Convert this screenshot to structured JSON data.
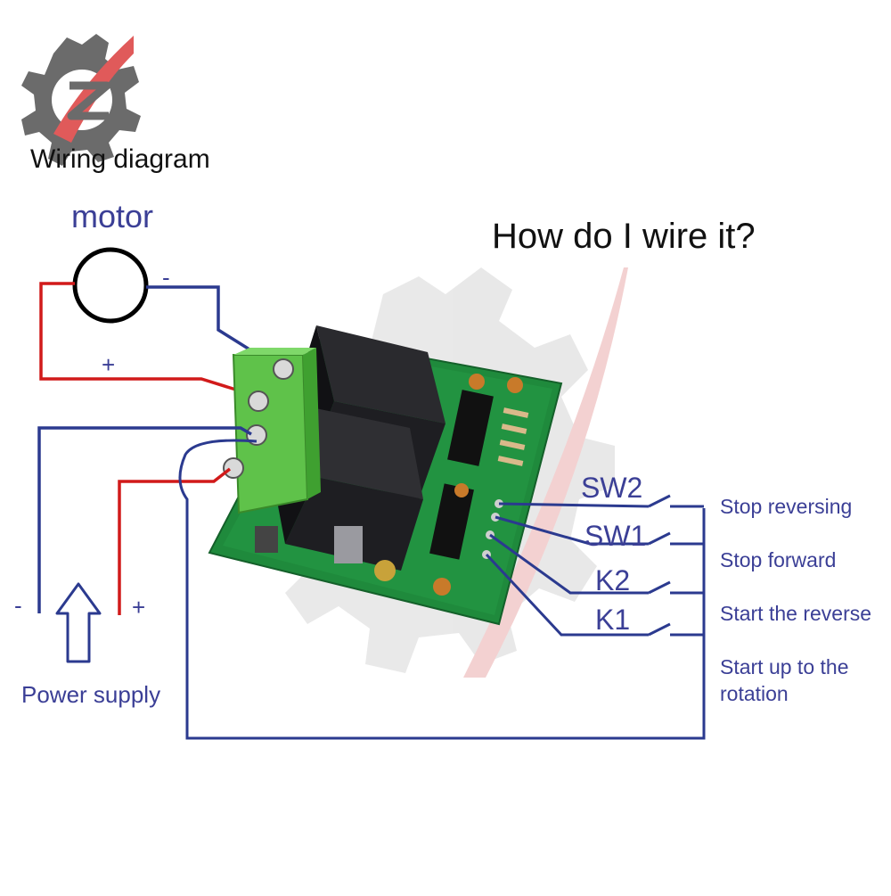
{
  "header": {
    "title": "Wiring diagram"
  },
  "question": "How do I wire it?",
  "motor": {
    "label": "motor",
    "minus": "-",
    "plus": "+"
  },
  "power_supply": {
    "label": "Power supply",
    "minus": "-",
    "plus": "+"
  },
  "switches": [
    {
      "id": "SW2",
      "function": "Stop reversing"
    },
    {
      "id": "SW1",
      "function": "Stop forward"
    },
    {
      "id": "K2",
      "function": "Start the reverse"
    },
    {
      "id": "K1",
      "function": "Start up to the rotation"
    }
  ],
  "function_lines": {
    "k1_line1": "Start up to the",
    "k1_line2": "rotation"
  },
  "colors": {
    "wire_blue": "#2b3a8f",
    "wire_red": "#d11a1a",
    "label_blue": "#3b3f96",
    "pcb_green": "#1f8a3c",
    "terminal_green": "#5fc24a",
    "relay_black": "#1e1e22",
    "logo_gray": "#6b6b6b",
    "logo_red": "#e05a5a"
  },
  "icons": {
    "logo": "gear-logo-icon",
    "arrow": "up-arrow-icon"
  }
}
